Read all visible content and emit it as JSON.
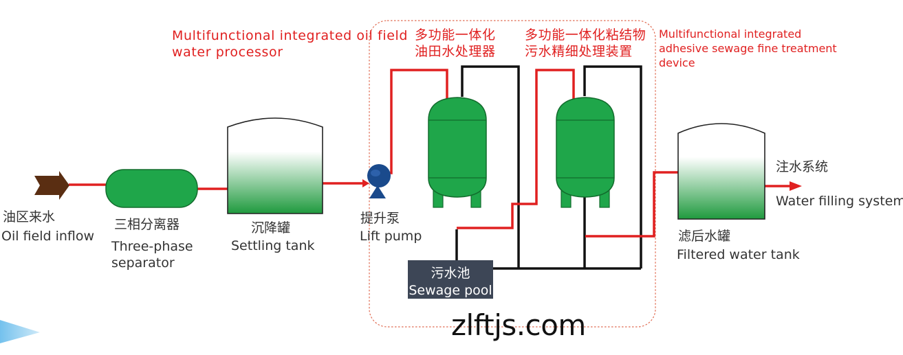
{
  "diagram": {
    "header_left": {
      "en_line1": "Multifunctional integrated oil field",
      "en_line2": "water processor",
      "cn_line1": "多功能一体化",
      "cn_line2": "油田水处理器"
    },
    "header_right": {
      "cn_line1": "多功能一体化粘结物",
      "cn_line2": "污水精细处理装置",
      "en_line1": "Multifunctional integrated",
      "en_line2": "adhesive sewage fine treatment",
      "en_line3": "device"
    },
    "inflow": {
      "cn": "油区来水",
      "en": "Oil field inflow"
    },
    "separator": {
      "cn": "三相分离器",
      "en_line1": "Three-phase",
      "en_line2": "separator"
    },
    "settling": {
      "cn": "沉降罐",
      "en": "Settling tank"
    },
    "pump": {
      "cn": "提升泵",
      "en": "Lift pump"
    },
    "pool": {
      "cn": "污水池",
      "en": "Sewage pool"
    },
    "filtered": {
      "cn": "滤后水罐",
      "en": "Filtered water tank"
    },
    "injection": {
      "cn": "注水系统",
      "en": "Water filling system"
    },
    "watermark": "zlftjs.com"
  },
  "colors": {
    "flow_line": "#e02020",
    "drain_line": "#111111",
    "tank_green": "#1fa64a",
    "pump_blue": "#1a4a8c",
    "inflow_arrow": "#5a2e12",
    "pool_box": "#3d4656"
  }
}
